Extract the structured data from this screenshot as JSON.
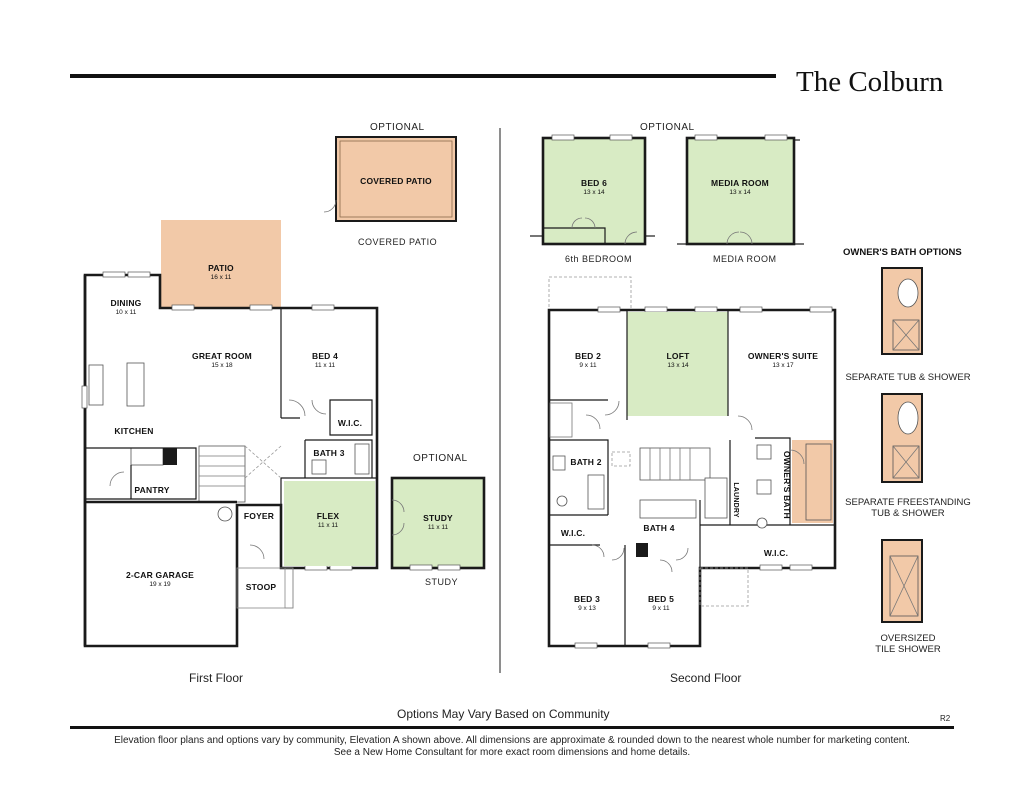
{
  "header": {
    "title": "The Colburn"
  },
  "first_floor": {
    "label": "First Floor",
    "optional_patio_label": "OPTIONAL",
    "optional_patio_caption": "COVERED PATIO",
    "optional_study_label": "OPTIONAL",
    "optional_study_caption": "STUDY",
    "rooms": {
      "covered_patio": {
        "name": "COVERED PATIO",
        "dims": ""
      },
      "patio": {
        "name": "PATIO",
        "dims": "16 x 11"
      },
      "dining": {
        "name": "DINING",
        "dims": "10 x 11"
      },
      "great_room": {
        "name": "GREAT ROOM",
        "dims": "15 x 18"
      },
      "bed4": {
        "name": "BED 4",
        "dims": "11 x 11"
      },
      "wic": {
        "name": "W.I.C.",
        "dims": ""
      },
      "kitchen": {
        "name": "KITCHEN",
        "dims": ""
      },
      "bath3": {
        "name": "BATH 3",
        "dims": ""
      },
      "pantry": {
        "name": "PANTRY",
        "dims": ""
      },
      "foyer": {
        "name": "FOYER",
        "dims": ""
      },
      "flex": {
        "name": "FLEX",
        "dims": "11 x 11"
      },
      "garage": {
        "name": "2-CAR GARAGE",
        "dims": "19 x 19"
      },
      "stoop": {
        "name": "STOOP",
        "dims": ""
      },
      "study": {
        "name": "STUDY",
        "dims": "11 x 11"
      }
    }
  },
  "second_floor": {
    "label": "Second Floor",
    "optional_label": "OPTIONAL",
    "bed6_caption": "6th BEDROOM",
    "media_caption": "MEDIA ROOM",
    "rooms": {
      "bed6": {
        "name": "BED 6",
        "dims": "13 x 14"
      },
      "media": {
        "name": "MEDIA ROOM",
        "dims": "13 x 14"
      },
      "bed2": {
        "name": "BED 2",
        "dims": "9 x 11"
      },
      "loft": {
        "name": "LOFT",
        "dims": "13 x 14"
      },
      "owners_suite": {
        "name": "OWNER'S SUITE",
        "dims": "13 x 17"
      },
      "bath2": {
        "name": "BATH 2",
        "dims": ""
      },
      "wic_left": {
        "name": "W.I.C.",
        "dims": ""
      },
      "bath4": {
        "name": "BATH 4",
        "dims": ""
      },
      "laundry": {
        "name": "LAUNDRY",
        "dims": ""
      },
      "owners_bath": {
        "name": "OWNER'S BATH",
        "dims": ""
      },
      "wic_owner": {
        "name": "W.I.C.",
        "dims": ""
      },
      "bed3": {
        "name": "BED 3",
        "dims": "9 x 13"
      },
      "bed5": {
        "name": "BED 5",
        "dims": "9 x 11"
      }
    }
  },
  "owners_bath_options": {
    "heading": "OWNER'S BATH OPTIONS",
    "option1": "SEPARATE TUB & SHOWER",
    "option2_line1": "SEPARATE FREESTANDING",
    "option2_line2": "TUB & SHOWER",
    "option3_line1": "OVERSIZED",
    "option3_line2": "TILE SHOWER"
  },
  "footer": {
    "options_note": "Options May Vary Based on Community",
    "revision": "R2",
    "disclaimer_line1": "Elevation floor plans and options vary by community, Elevation A shown above. All dimensions are approximate & rounded down to the nearest whole number for marketing content.",
    "disclaimer_line2": "See a New Home Consultant for more exact room dimensions and home details."
  },
  "colors": {
    "patio": "#f2c9a8",
    "option_green": "#d8ebc4",
    "wall": "#1a1a1a"
  }
}
